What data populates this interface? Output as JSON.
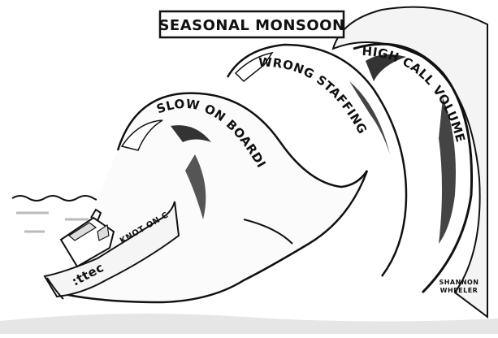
{
  "cartoon": {
    "title": "SEASONAL MONSOON",
    "wave_labels": {
      "front": "SLOW ON BOARDING",
      "middle": "WRONG STAFFING",
      "back": "HIGH CALL VOLUME"
    },
    "boat": {
      "brand": ":ttec",
      "name": "KNOT ON CALL"
    },
    "signature": {
      "line1": "SHANNON",
      "line2": "WHEELER"
    }
  }
}
